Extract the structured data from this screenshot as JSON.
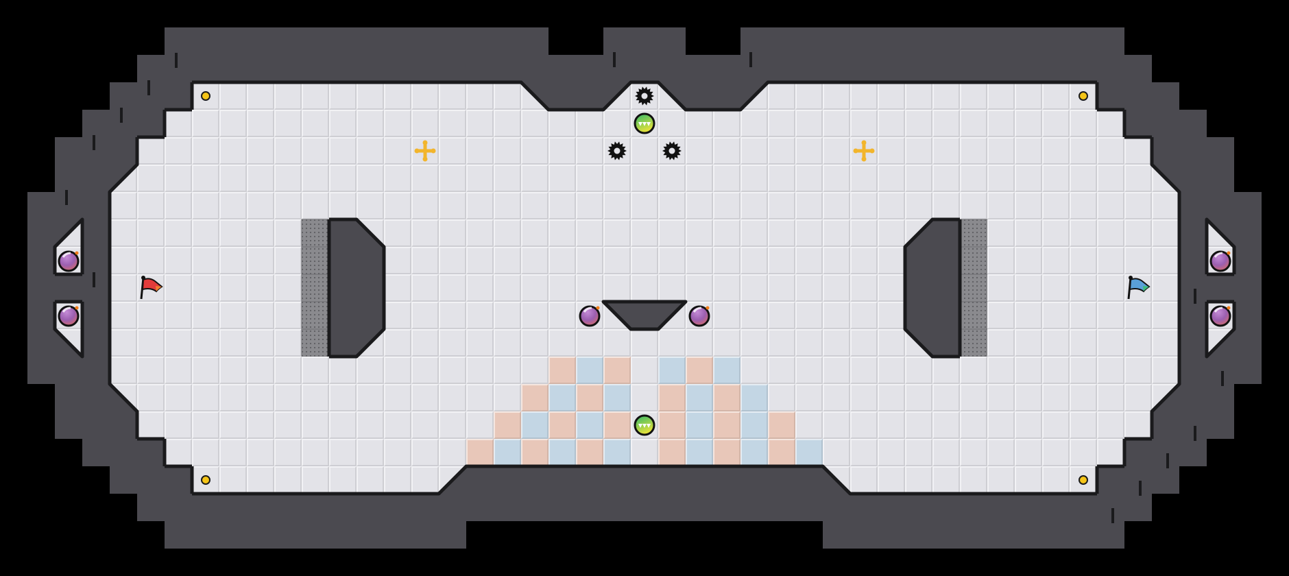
{
  "colors": {
    "background": "#000000",
    "wall": "#4b4a50",
    "wall_edge": "#1a1a1c",
    "floor": "#e3e3e8",
    "floor_light": "#efeff3",
    "floor_dark": "#cfcfd5",
    "red_team_tile": "#e8c7b9",
    "blue_team_tile": "#c3d6e4",
    "gate": "#8a8a8e",
    "marker": "#f5c518",
    "boost": "#f2b52c",
    "bomb_top": "#9b5fb0",
    "bomb_bottom": "#d46a6a",
    "powerup_top": "#2fb86a",
    "powerup_bottom": "#e6e23a",
    "red_flag": "#e23b3b",
    "blue_flag": "#5aa0d8"
  },
  "entities": {
    "red_flags": 1,
    "blue_flags": 1,
    "bombs": 6,
    "spikes": 3,
    "powerups": 2,
    "boosts": 2,
    "markers": 4,
    "gates": 10
  }
}
